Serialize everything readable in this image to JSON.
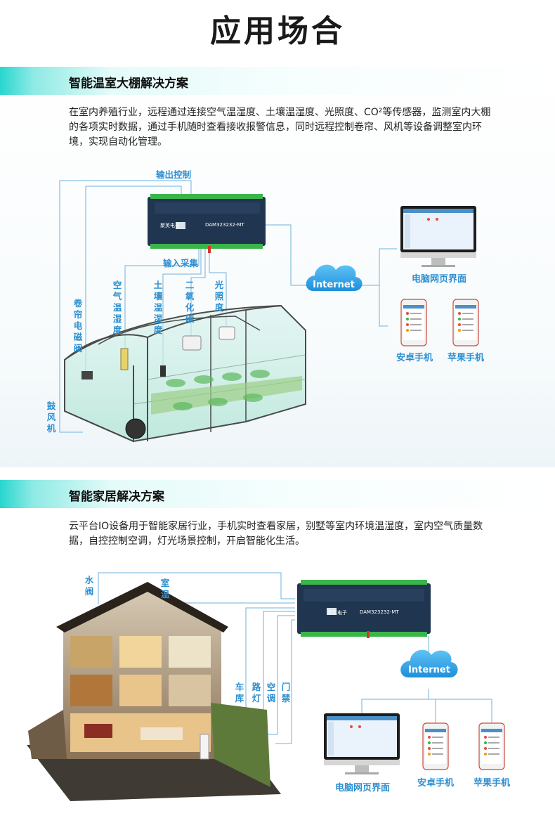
{
  "title": "应用场合",
  "colors": {
    "accent": "#2e8fd0",
    "band": "#27d6cf",
    "module": "#1f3550",
    "terminal": "#3bb54a"
  },
  "greenhouse": {
    "heading": "智能温室大棚解决方案",
    "description": "在室内养殖行业，远程通过连接空气温湿度、土壤温湿度、光照度、CO²等传感器，监测室内大棚的各项实时数据，通过手机随时查看接收报警信息，同时远程控制卷帘、风机等设备调整室内环境，实现自动化管理。",
    "labels": {
      "output": "输出控制",
      "input": "输入采集",
      "air": "空气温湿度",
      "soil": "土壤温湿度",
      "co2": "二氧化碳",
      "light": "光照度",
      "curtain": "卷帘电磁阀",
      "fan": "鼓风机"
    },
    "module_name": "DAM323232-MT",
    "brand": "聚英电子",
    "cloud": "Internet",
    "devices": {
      "pc": "电脑网页界面",
      "android": "安卓手机",
      "apple": "苹果手机"
    }
  },
  "home": {
    "heading": "智能家居解决方案",
    "description": "云平台IO设备用于智能家居行业，手机实时查看家居，别墅等室内环境温湿度，室内空气质量数据，自控控制空调，灯光场景控制，开启智能化生活。",
    "labels": {
      "valve": "水阀",
      "room_temp": "室温",
      "garage": "车库",
      "street_light": "路灯",
      "ac": "空调",
      "door": "门禁"
    },
    "module_name": "DAM323232-MT",
    "brand": "聚英电子",
    "cloud": "Internet",
    "devices": {
      "pc": "电脑网页界面",
      "android": "安卓手机",
      "apple": "苹果手机"
    }
  }
}
